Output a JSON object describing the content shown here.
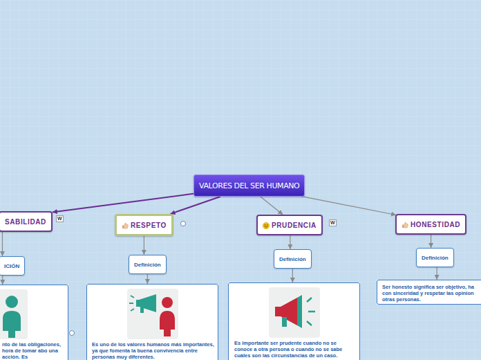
{
  "diagram": {
    "nodes": [
      {
        "text": [
          "VALORES DEL SER HUMANO"
        ]
      },
      {
        "text": [
          "SABILIDAD"
        ]
      },
      {
        "text": [
          "ICIÓN"
        ]
      },
      {
        "text": [
          "nto de las obligaciones, hora de tomar abo una acción. Es"
        ]
      },
      {
        "text": [
          "RESPETO"
        ]
      },
      {
        "text": [
          "Definición"
        ]
      },
      {
        "text": [
          "Es uno de los valores humanos más importantes, ya que fomenta la buena convivencia entre personas muy diferentes."
        ]
      },
      {
        "text": [
          "PRUDENCIA"
        ]
      },
      {
        "text": [
          "Definición"
        ]
      },
      {
        "text": [
          "Es importante ser prudente cuando no se conoce a otra persona o cuando no se sabe cuáles son las circunstancias de un caso."
        ]
      },
      {
        "text": [
          "HONESTIDAD"
        ]
      },
      {
        "text": [
          "Definición"
        ]
      },
      {
        "text": [
          "Ser honesto significa ser objetivo, ha con sinceridad y respetar las opinion otras personas."
        ]
      }
    ],
    "edges": [
      {
        "from": 0,
        "to": 1,
        "arrow": "to"
      },
      {
        "from": 1,
        "to": 2,
        "arrow": "to"
      },
      {
        "from": 2,
        "to": 3,
        "arrow": "to"
      },
      {
        "from": 0,
        "to": 4,
        "arrow": "to"
      },
      {
        "from": 4,
        "to": 5,
        "arrow": "to"
      },
      {
        "from": 5,
        "to": 6,
        "arrow": "to"
      },
      {
        "from": 0,
        "to": 7,
        "arrow": "to"
      },
      {
        "from": 7,
        "to": 8,
        "arrow": "to"
      },
      {
        "from": 8,
        "to": 9,
        "arrow": "to"
      },
      {
        "from": 0,
        "to": 10,
        "arrow": "to"
      },
      {
        "from": 10,
        "to": 11,
        "arrow": "to"
      },
      {
        "from": 11,
        "to": 12,
        "arrow": "to"
      }
    ],
    "labels": [
      "W",
      "W"
    ]
  }
}
